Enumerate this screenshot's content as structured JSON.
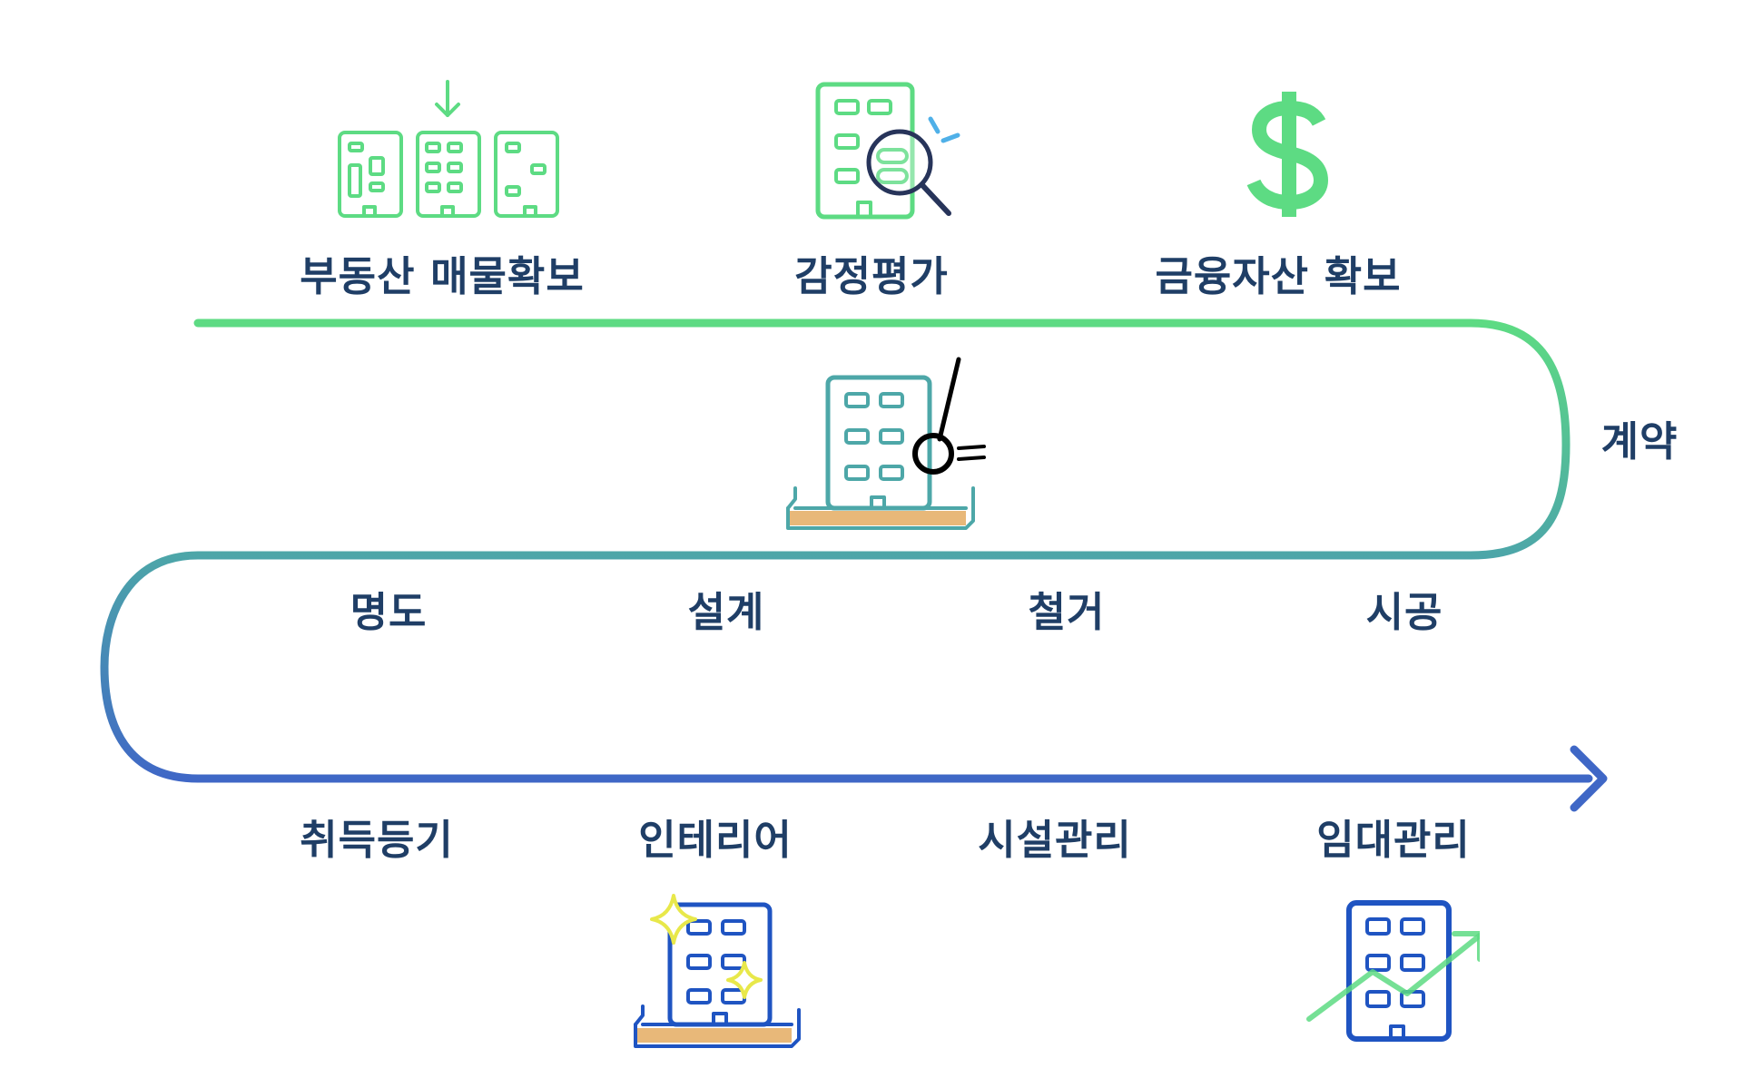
{
  "colors": {
    "text": "#1f3e66",
    "path_start": "#5ddb83",
    "path_mid": "#4da7a8",
    "path_end": "#3f67c6",
    "icon_green": "#5ddb83",
    "icon_teal": "#4da7a8",
    "icon_blue": "#1f54c2",
    "ground": "#e8b879",
    "sparkle": "#e8e84a"
  },
  "steps": {
    "row1": [
      {
        "label": "부동산 매물확보",
        "icon": "buildings-icon"
      },
      {
        "label": "감정평가",
        "icon": "building-magnifier-icon"
      },
      {
        "label": "금융자산 확보",
        "icon": "dollar-icon"
      }
    ],
    "turn1": {
      "label": "계약"
    },
    "row2": [
      {
        "label": "명도"
      },
      {
        "label": "설계"
      },
      {
        "label": "철거",
        "icon": "demolition-building-icon"
      },
      {
        "label": "시공"
      }
    ],
    "row3": [
      {
        "label": "취득등기"
      },
      {
        "label": "인테리어",
        "icon": "sparkle-building-icon"
      },
      {
        "label": "시설관리"
      },
      {
        "label": "임대관리",
        "icon": "building-growth-icon"
      }
    ]
  }
}
